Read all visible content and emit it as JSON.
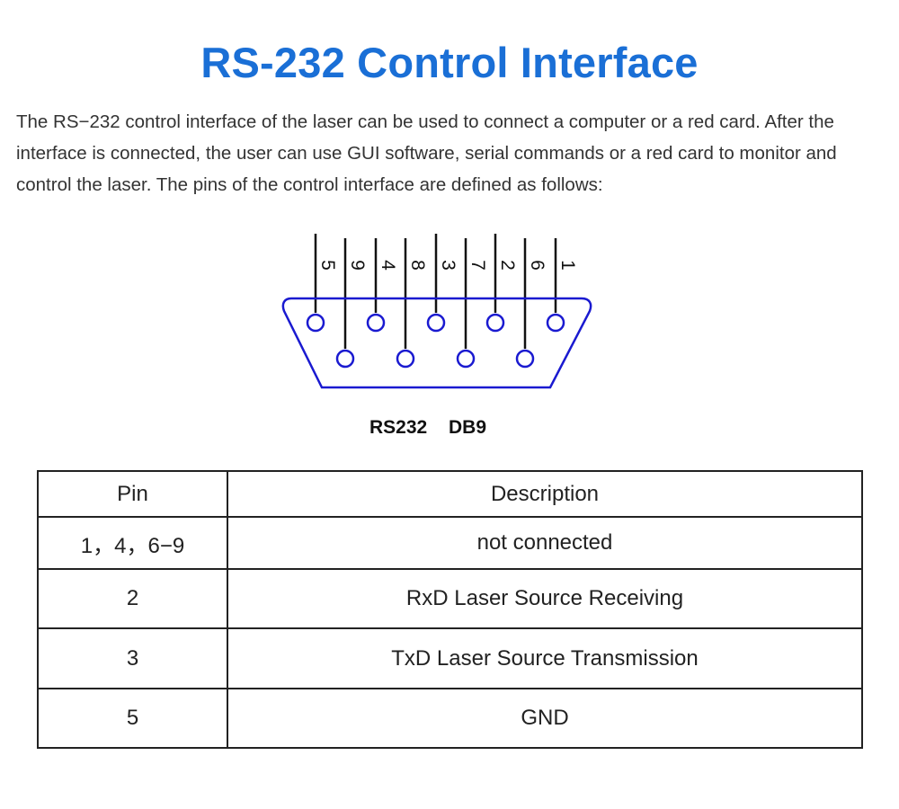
{
  "page": {
    "title": "RS-232 Control Interface",
    "intro": "The RS−232 control interface of the laser can be used to connect a computer or a red card. After the interface is connected, the user can use GUI software, serial commands or a red card to monitor and control the laser. The pins of the control interface are defined as follows:"
  },
  "diagram": {
    "connector_label": "RS232 DB9",
    "pin_labels": [
      "5",
      "9",
      "4",
      "8",
      "3",
      "7",
      "2",
      "6",
      "1"
    ],
    "colors": {
      "connector": "#1a1ad0",
      "leads": "#111111"
    }
  },
  "table": {
    "headers": [
      "Pin",
      "Description"
    ],
    "rows": [
      {
        "pin": "1，4，6−9",
        "description": "not connected"
      },
      {
        "pin": "2",
        "description": "RxD Laser Source Receiving"
      },
      {
        "pin": "3",
        "description": "TxD Laser Source Transmission"
      },
      {
        "pin": "5",
        "description": "GND"
      }
    ]
  }
}
